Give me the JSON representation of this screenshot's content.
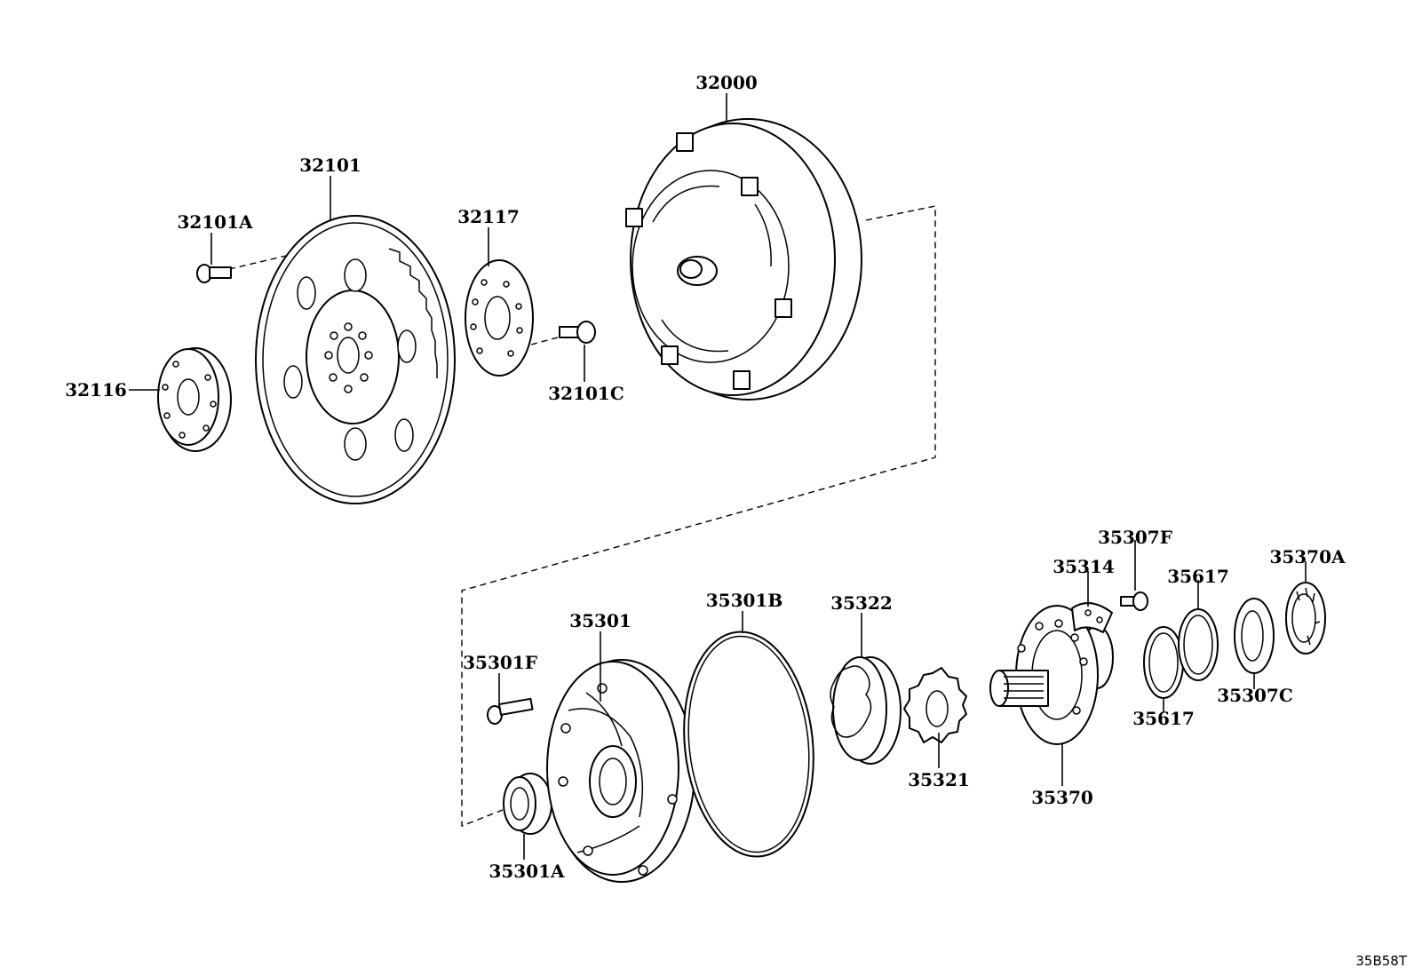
{
  "diagram_code": "35B58T",
  "parts": [
    {
      "id": "p32000",
      "number": "32000"
    },
    {
      "id": "p32101",
      "number": "32101"
    },
    {
      "id": "p32101A",
      "number": "32101A"
    },
    {
      "id": "p32117",
      "number": "32117"
    },
    {
      "id": "p32101C",
      "number": "32101C"
    },
    {
      "id": "p32116",
      "number": "32116"
    },
    {
      "id": "p35307F",
      "number": "35307F"
    },
    {
      "id": "p35314",
      "number": "35314"
    },
    {
      "id": "p35617a",
      "number": "35617"
    },
    {
      "id": "p35370A",
      "number": "35370A"
    },
    {
      "id": "p35301B",
      "number": "35301B"
    },
    {
      "id": "p35322",
      "number": "35322"
    },
    {
      "id": "p35301",
      "number": "35301"
    },
    {
      "id": "p35301F",
      "number": "35301F"
    },
    {
      "id": "p35617b",
      "number": "35617"
    },
    {
      "id": "p35307C",
      "number": "35307C"
    },
    {
      "id": "p35321",
      "number": "35321"
    },
    {
      "id": "p35370",
      "number": "35370"
    },
    {
      "id": "p35301A",
      "number": "35301A"
    }
  ]
}
